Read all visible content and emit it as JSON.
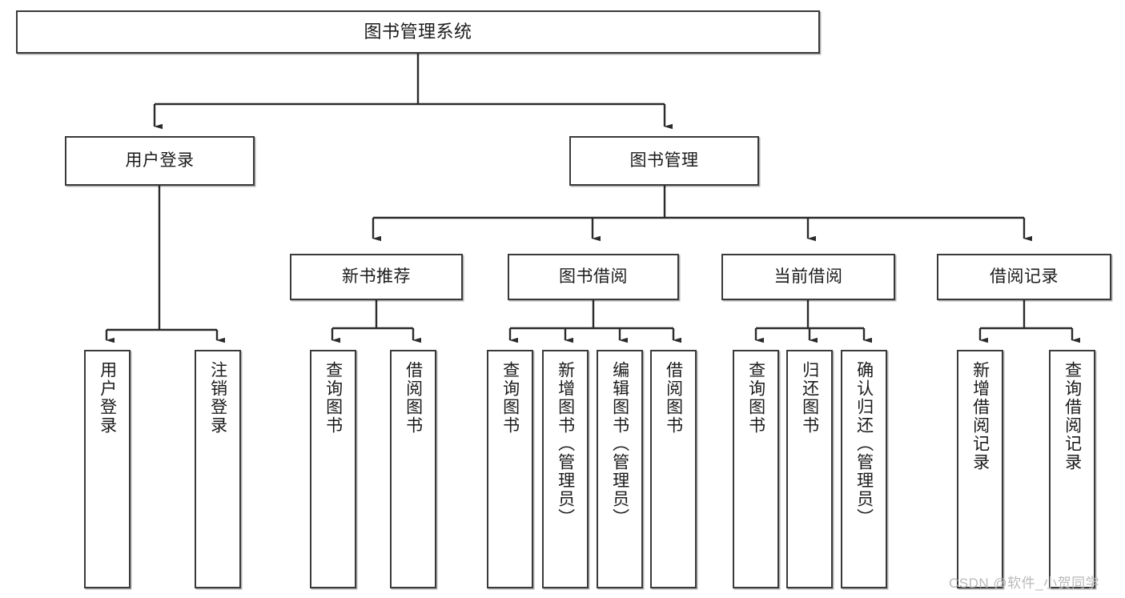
{
  "diagram": {
    "title": "图书管理系统",
    "type": "hierarchy-tree",
    "watermark": "CSDN @软件_小贺同学",
    "colors": {
      "background": "#ffffff",
      "box_border": "#3a3a3a",
      "box_fill": "#ffffff",
      "connector": "#2b2b2b",
      "text": "#1b1b1b",
      "watermark": "#b9b9b9"
    },
    "nodes": {
      "root": {
        "label": "图书管理系统"
      },
      "level2": [
        {
          "label": "用户登录"
        },
        {
          "label": "图书管理"
        }
      ],
      "level3": [
        {
          "label": "新书推荐"
        },
        {
          "label": "图书借阅"
        },
        {
          "label": "当前借阅"
        },
        {
          "label": "借阅记录"
        }
      ],
      "leaves_user_login": [
        {
          "label": "用户登录"
        },
        {
          "label": "注销登录"
        }
      ],
      "leaves_new_book": [
        {
          "label": "查询图书"
        },
        {
          "label": "借阅图书"
        }
      ],
      "leaves_borrow": [
        {
          "label": "查询图书"
        },
        {
          "label": "新增图书（管理员）"
        },
        {
          "label": "编辑图书（管理员）"
        },
        {
          "label": "借阅图书"
        }
      ],
      "leaves_current": [
        {
          "label": "查询图书"
        },
        {
          "label": "归还图书"
        },
        {
          "label": "确认归还（管理员）"
        }
      ],
      "leaves_records": [
        {
          "label": "新增借阅记录"
        },
        {
          "label": "查询借阅记录"
        }
      ]
    }
  }
}
